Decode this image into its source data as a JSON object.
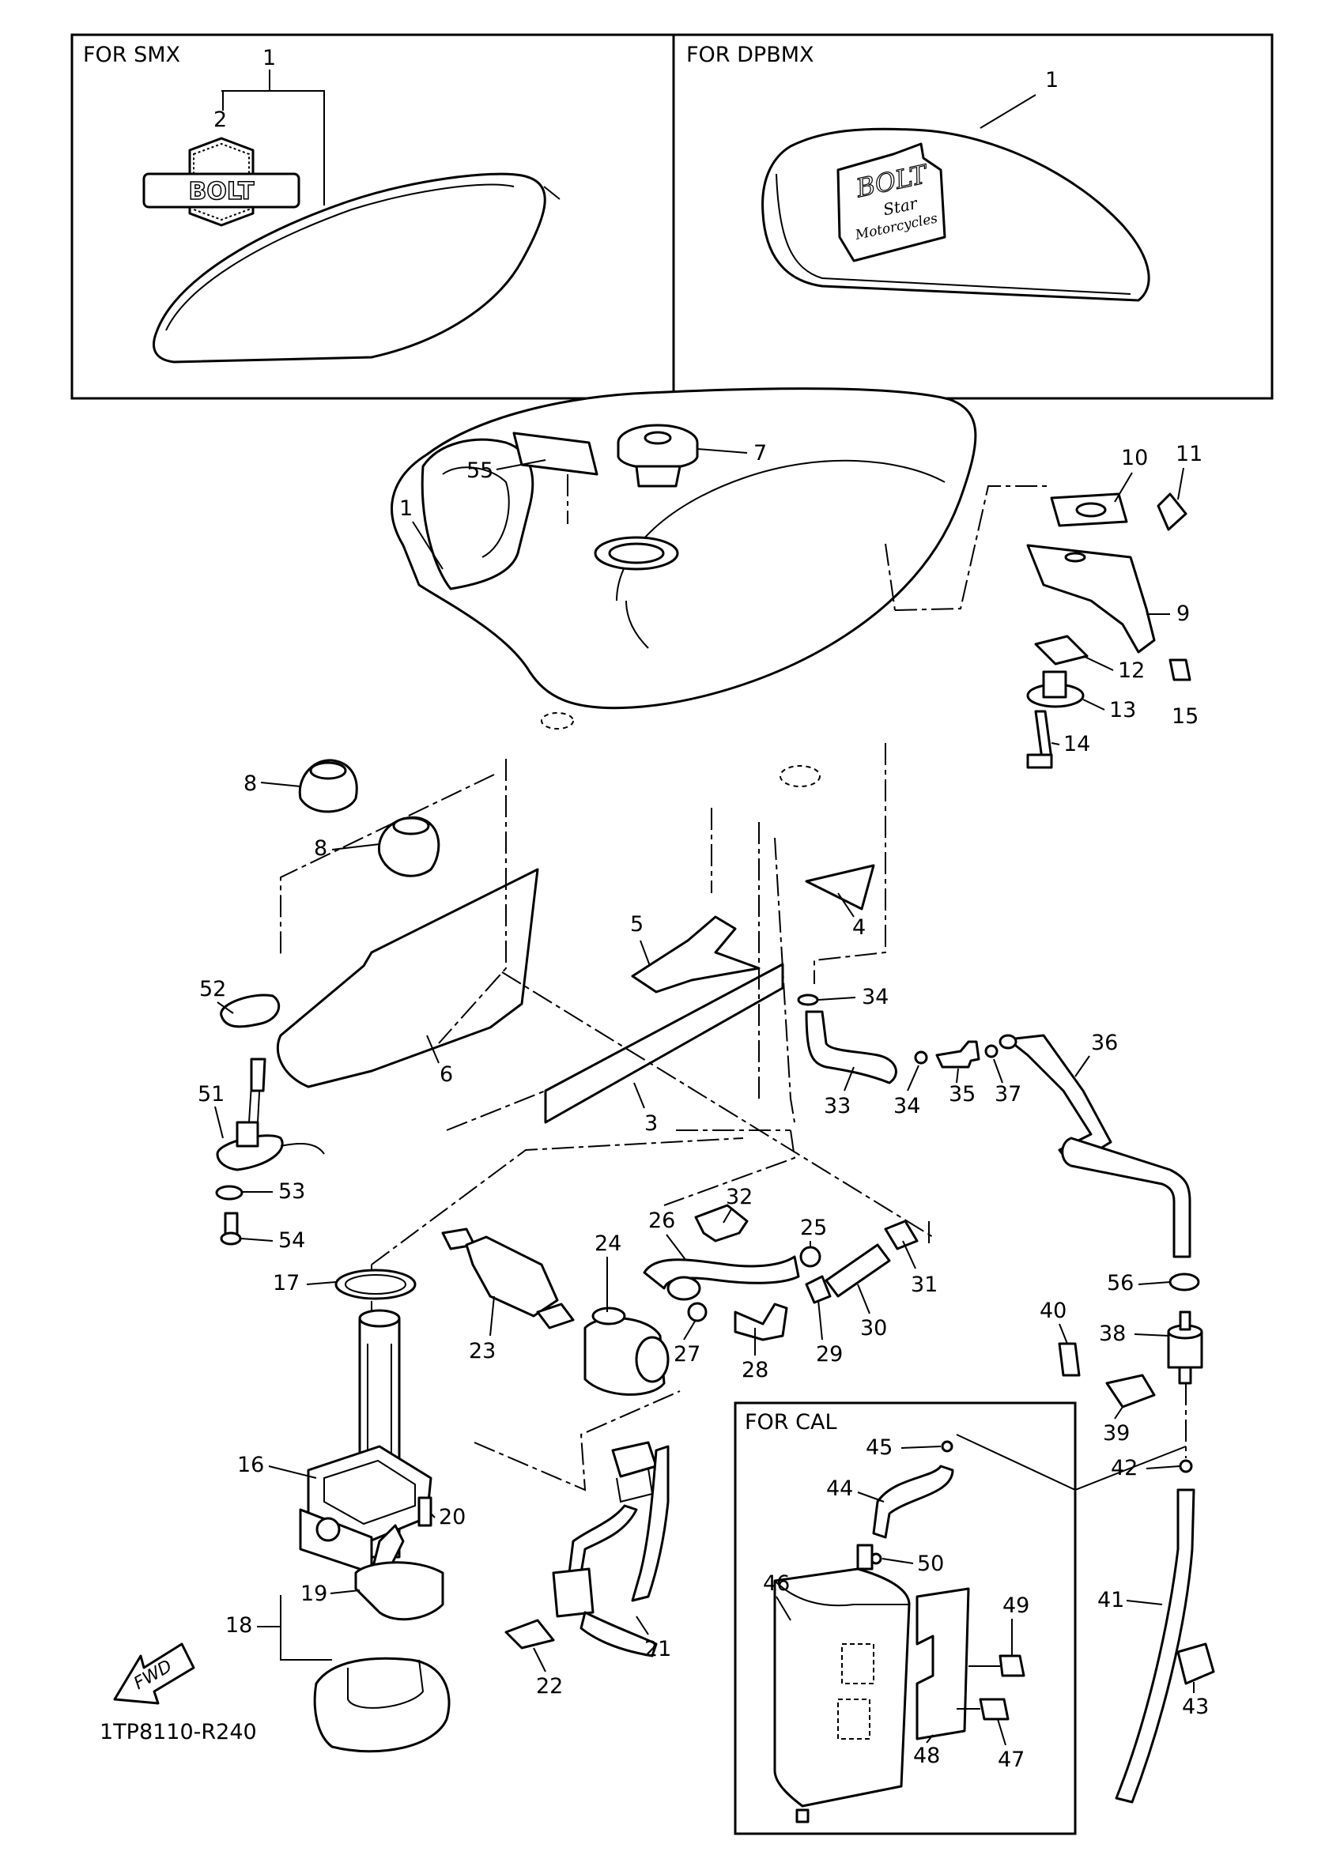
{
  "boxes": {
    "smx_label": "FOR SMX",
    "dpbmx_label": "FOR DPBMX",
    "cal_label": "FOR CAL"
  },
  "emblem": {
    "bolt_text": "BOLT",
    "decal_line1": "BOLT",
    "decal_line2": "Star",
    "decal_line3": "Motorcycles"
  },
  "fwd_label": "FWD",
  "diagram_code": "1TP8110-R240",
  "callouts": [
    {
      "n": "1"
    },
    {
      "n": "2"
    },
    {
      "n": "1"
    },
    {
      "n": "55"
    },
    {
      "n": "7"
    },
    {
      "n": "10"
    },
    {
      "n": "11"
    },
    {
      "n": "1"
    },
    {
      "n": "9"
    },
    {
      "n": "12"
    },
    {
      "n": "15"
    },
    {
      "n": "13"
    },
    {
      "n": "14"
    },
    {
      "n": "8"
    },
    {
      "n": "8"
    },
    {
      "n": "5"
    },
    {
      "n": "4"
    },
    {
      "n": "52"
    },
    {
      "n": "34"
    },
    {
      "n": "6"
    },
    {
      "n": "36"
    },
    {
      "n": "33"
    },
    {
      "n": "34"
    },
    {
      "n": "35"
    },
    {
      "n": "37"
    },
    {
      "n": "3"
    },
    {
      "n": "51"
    },
    {
      "n": "53"
    },
    {
      "n": "32"
    },
    {
      "n": "26"
    },
    {
      "n": "25"
    },
    {
      "n": "54"
    },
    {
      "n": "24"
    },
    {
      "n": "31"
    },
    {
      "n": "17"
    },
    {
      "n": "56"
    },
    {
      "n": "23"
    },
    {
      "n": "27"
    },
    {
      "n": "29"
    },
    {
      "n": "30"
    },
    {
      "n": "40"
    },
    {
      "n": "38"
    },
    {
      "n": "28"
    },
    {
      "n": "39"
    },
    {
      "n": "16"
    },
    {
      "n": "45"
    },
    {
      "n": "42"
    },
    {
      "n": "44"
    },
    {
      "n": "20"
    },
    {
      "n": "50"
    },
    {
      "n": "19"
    },
    {
      "n": "46"
    },
    {
      "n": "49"
    },
    {
      "n": "41"
    },
    {
      "n": "18"
    },
    {
      "n": "21"
    },
    {
      "n": "22"
    },
    {
      "n": "43"
    },
    {
      "n": "48"
    },
    {
      "n": "47"
    }
  ]
}
